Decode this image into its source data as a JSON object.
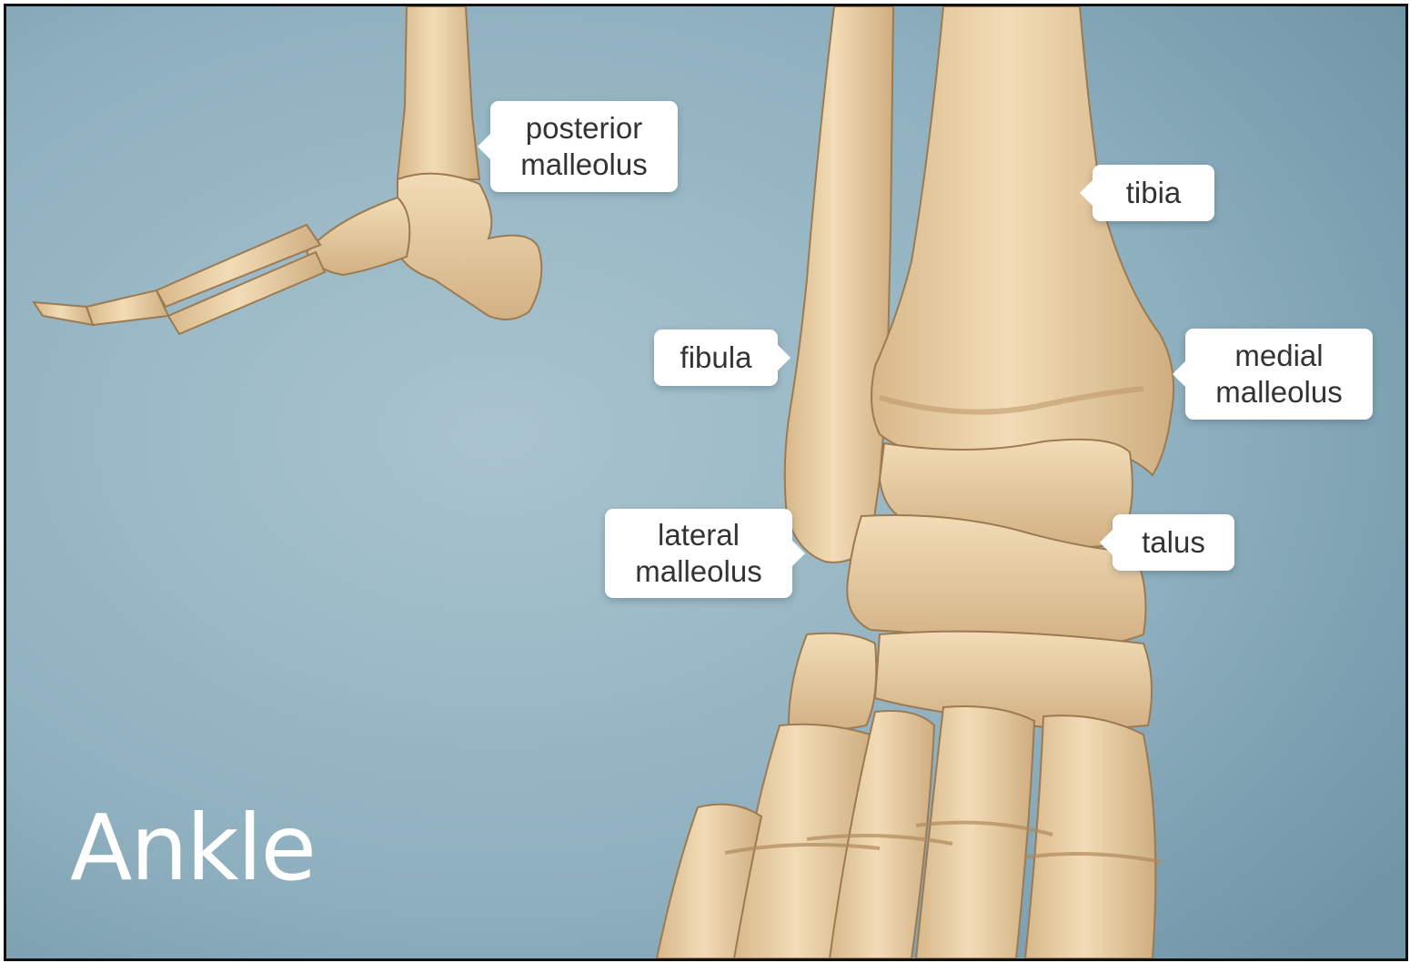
{
  "title": "Ankle",
  "labels": {
    "posterior_malleolus": "posterior\nmalleolus",
    "tibia": "tibia",
    "fibula": "fibula",
    "medial_malleolus": "medial\nmalleolus",
    "lateral_malleolus": "lateral\nmalleolus",
    "talus": "talus"
  },
  "colors": {
    "background": "#8fb0bf",
    "bone": "#e8cfa4",
    "bone_shadow": "#b8946a",
    "label_bg": "#ffffff",
    "label_text": "#333333",
    "title_text": "#ffffff"
  }
}
